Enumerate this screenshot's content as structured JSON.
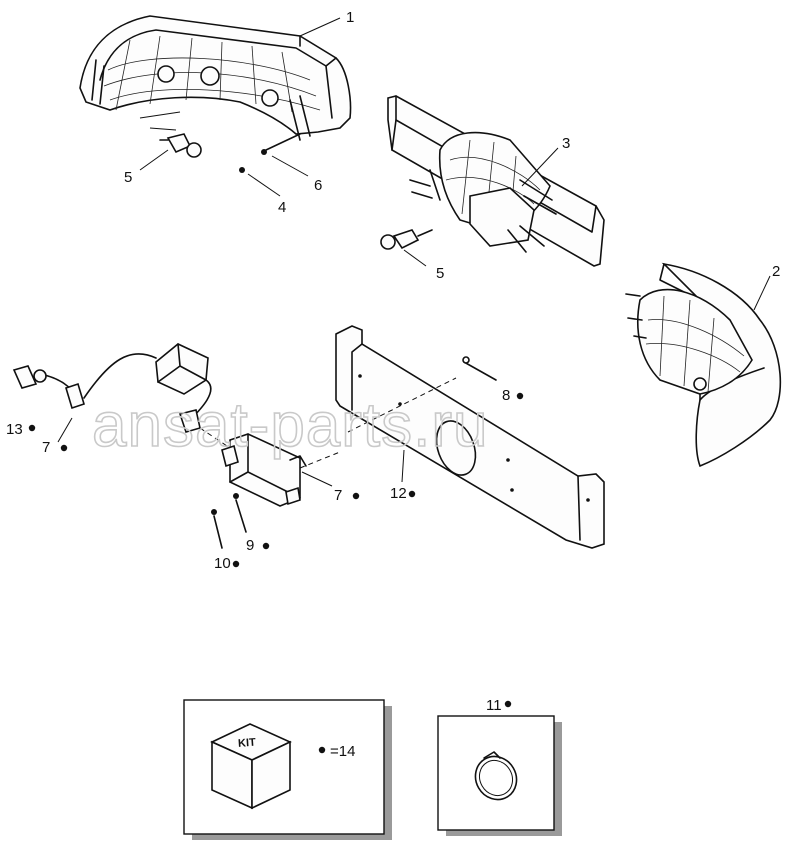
{
  "callouts": {
    "c1": "1",
    "c2": "2",
    "c3": "3",
    "c4": "4",
    "c5a": "5",
    "c5b": "5",
    "c6": "6",
    "c7a": "7",
    "c7b": "7",
    "c8": "8",
    "c9": "9",
    "c10": "10",
    "c11": "11",
    "c12": "12",
    "c13": "13"
  },
  "legend": {
    "kit_label": "KIT",
    "kit_note": "=14"
  },
  "watermark": "ansat-parts.ru"
}
